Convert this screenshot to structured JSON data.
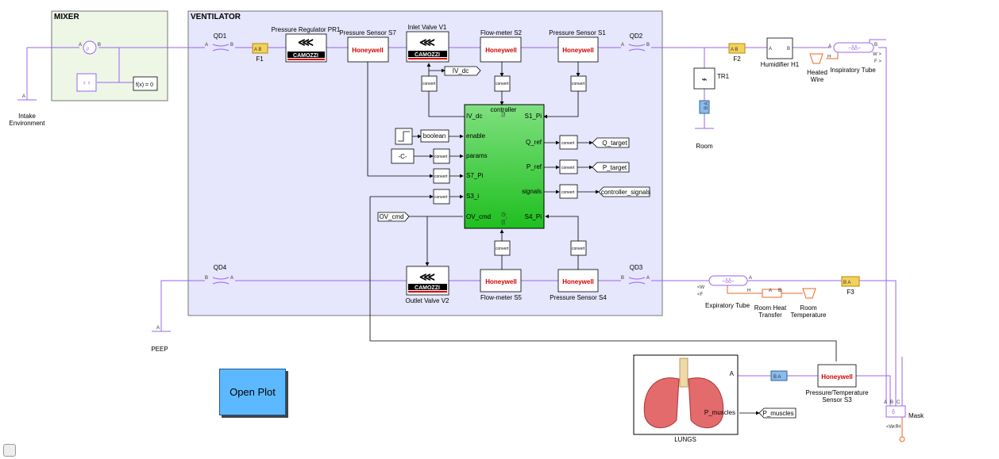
{
  "subsystems": {
    "mixer": "MIXER",
    "ventilator": "VENTILATOR"
  },
  "blocks": {
    "qd1": "QD1",
    "qd2": "QD2",
    "qd3": "QD3",
    "qd4": "QD4",
    "f1": "F1",
    "f2": "F2",
    "f3": "F3",
    "pr1": "Pressure Regulator PR1",
    "s7": "Pressure Sensor S7",
    "v1": "Inlet Valve V1",
    "s2": "Flow-meter S2",
    "s1": "Pressure Sensor S1",
    "v2": "Outlet Valve V2",
    "s5": "Flow-meter S5",
    "s4": "Pressure Sensor S4",
    "tr1": "TR1",
    "humidifier": "Humidifier H1",
    "heated_wire_1": "Heated",
    "heated_wire_2": "Wire",
    "insp_tube": "Inspiratory Tube",
    "exp_tube": "Expiratory Tube",
    "room_ht_1": "Room Heat",
    "room_ht_2": "Transfer",
    "room_temp_1": "Room",
    "room_temp_2": "Temperature",
    "room": "Room",
    "intake_1": "Intake",
    "intake_2": "Environment",
    "peep": "PEEP",
    "lungs": "LUNGS",
    "s3_1": "Pressure/Temperature",
    "s3_2": "Sensor S3",
    "mask": "Mask",
    "fx": "f(x) = 0",
    "boolean": "boolean",
    "const": "-C-",
    "convert": "convert",
    "honeywell": "Honeywell",
    "camozzi": "CAMOZZI",
    "ab": "A  B",
    "ba": "B  A"
  },
  "controller": {
    "title": "controller",
    "ports_left": [
      "IV_dc",
      "enable",
      "params",
      "S7_Pi",
      "S3_i",
      "OV_cmd"
    ],
    "ports_right": [
      "S1_Pi",
      "Q_ref",
      "P_ref",
      "signals",
      "S4_Pi"
    ],
    "ports_top": [
      "S2_"
    ],
    "ports_bottom": [
      "S5_Qi"
    ]
  },
  "goto_tags": {
    "iv_dc": "IV_dc",
    "q_target": "Q_target",
    "p_target": "P_target",
    "controller_signals": "controller_signals",
    "ov_cmd": "OV_cmd",
    "p_muscles": "P_muscles"
  },
  "lung_port": "P_muscles",
  "open_plot_button": "Open Plot",
  "colors": {
    "mixer_bg": "#eef6e6",
    "ventilator_bg": "#e6e6fc",
    "controller_green": "#2ecc40",
    "physical_line": "#9966ee",
    "thermal_line": "#ee6622",
    "honeywell_red": "#d40000",
    "open_plot_bg": "#5db9ff"
  }
}
